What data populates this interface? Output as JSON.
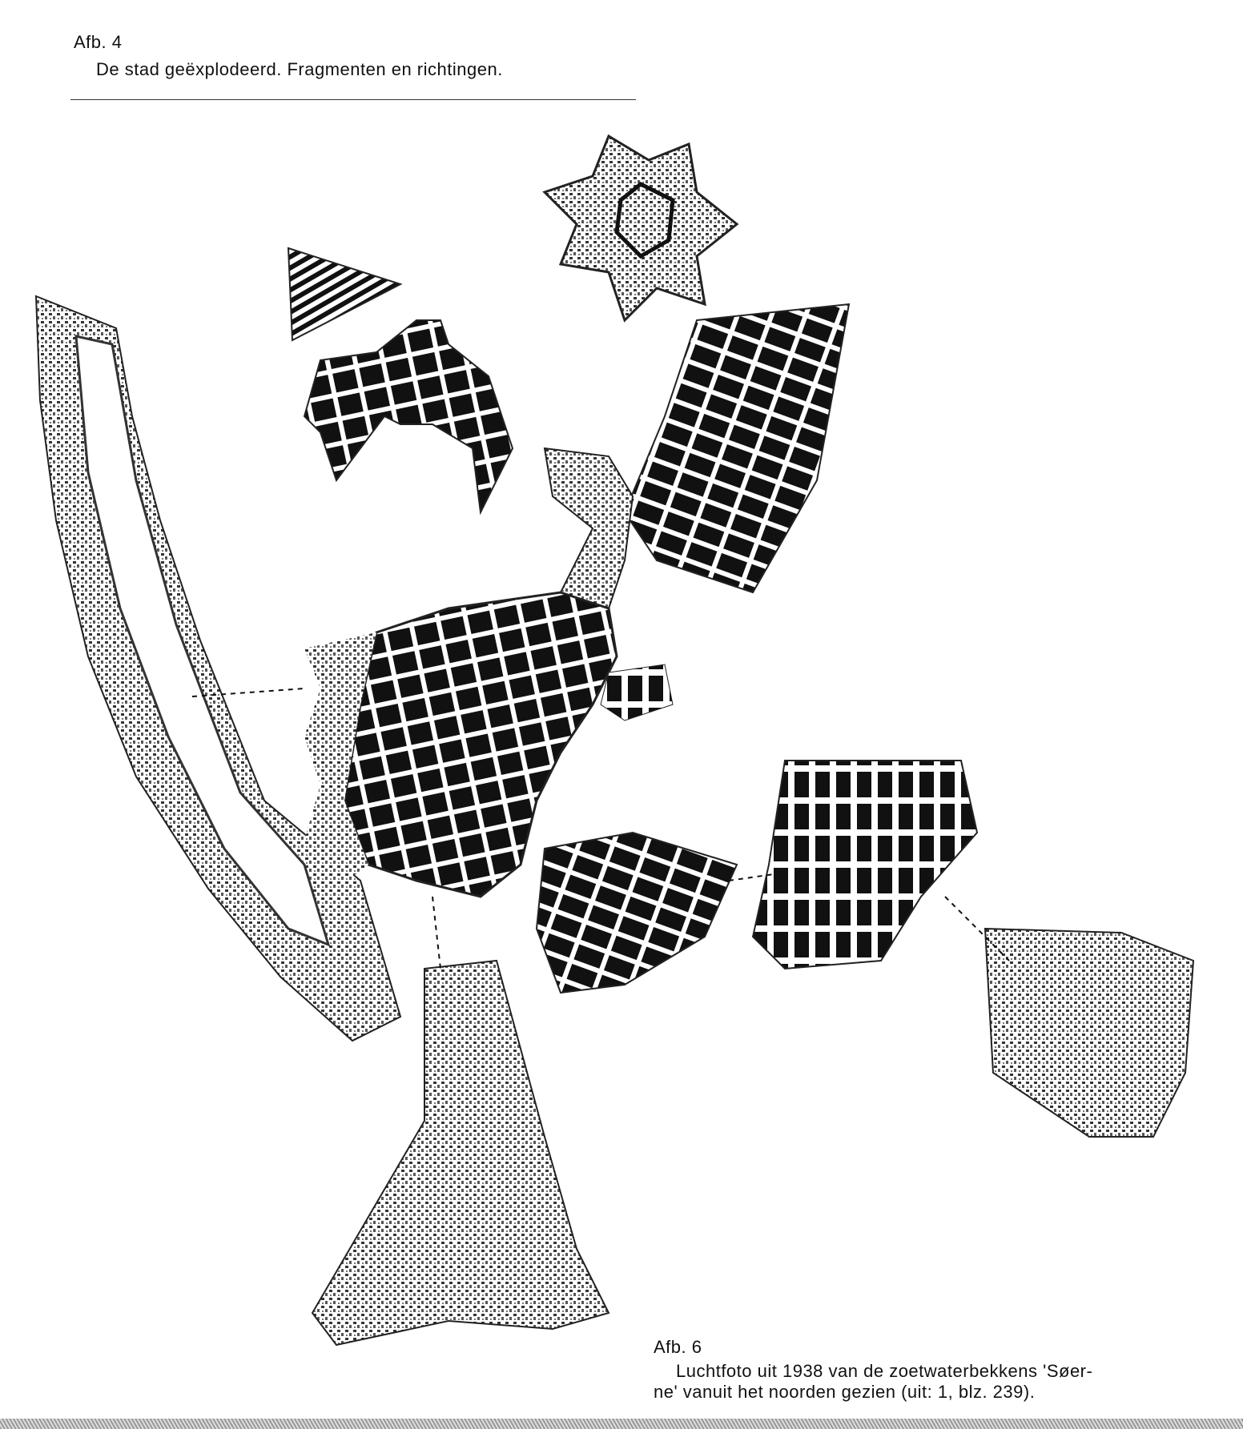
{
  "figure4": {
    "number": "Afb. 4",
    "caption": "De stad geëxplodeerd. Fragmenten en richtingen."
  },
  "figure6": {
    "number": "Afb. 6",
    "caption_line1": "Luchtfoto uit 1938 van de zoetwaterbekkens 'Søer-",
    "caption_line2": "ne' vanuit het noorden gezien (uit: 1, blz. 239)."
  },
  "colors": {
    "ink": "#111111",
    "paper": "#ffffff"
  }
}
